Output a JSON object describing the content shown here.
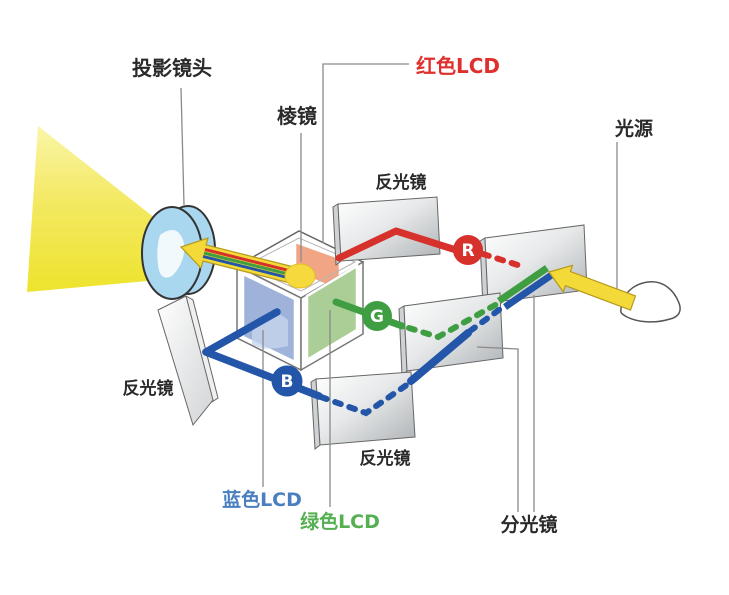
{
  "figure": {
    "background": "#ffffff",
    "labels": {
      "projection_lens": "投影镜头",
      "prism": "棱镜",
      "red_lcd": "红色LCD",
      "light_source": "光源",
      "mirror_top": "反光镜",
      "mirror_left": "反光镜",
      "mirror_bottom": "反光镜",
      "blue_lcd": "蓝色LCD",
      "green_lcd": "绿色LCD",
      "beam_splitter": "分光镜"
    },
    "markers": {
      "red": "R",
      "green": "G",
      "blue": "B"
    },
    "colors": {
      "red_beam": "#d6312b",
      "green_beam": "#3f9e42",
      "blue_beam": "#2356a8",
      "red_label": "#e0302e",
      "blue_label": "#4a7fc0",
      "green_label": "#55b052",
      "black_label": "#2a2a2a",
      "yellow": "#f4da38",
      "lens_blue": "#a9d7ef",
      "red_lcd_panel": "#f2a585",
      "blue_lcd_panel": "#9fb3da",
      "green_lcd_panel": "#abce96"
    }
  }
}
